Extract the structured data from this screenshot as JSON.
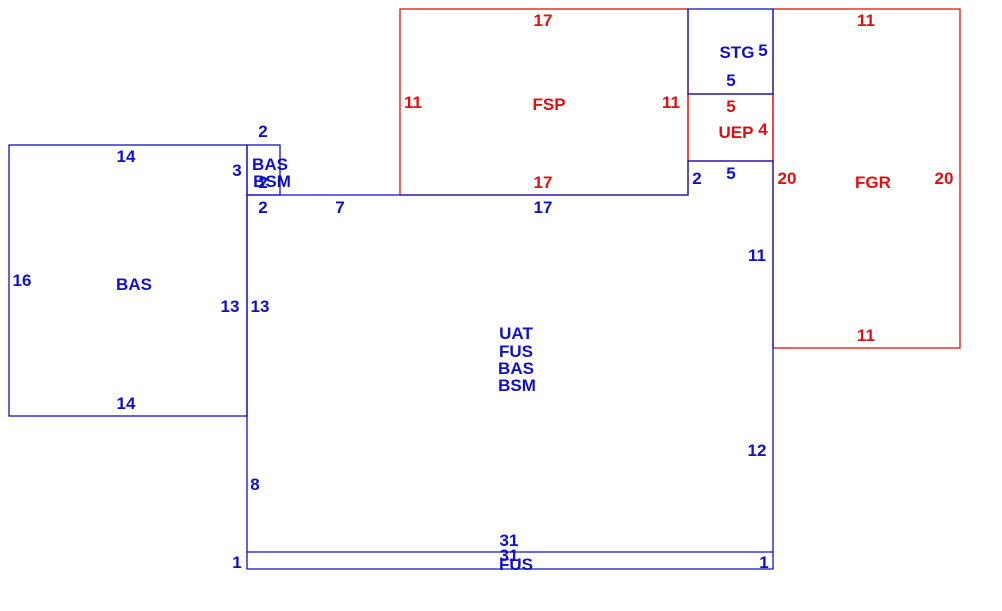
{
  "colors": {
    "blue": "#1010c8",
    "red": "#e01010"
  },
  "areas": {
    "bas_left": {
      "label": "BAS",
      "top": "14",
      "bottom": "14",
      "left": "16",
      "right": "13"
    },
    "bas_bsm_small": {
      "label_1": "BAS",
      "label_2": "BSM",
      "top": "2",
      "left": "3",
      "inner": "2"
    },
    "main": {
      "labels": [
        "UAT",
        "FUS",
        "BAS",
        "BSM"
      ],
      "top_a": "2",
      "top_b": "7",
      "top_c": "17",
      "top_d": "2",
      "top_e": "5",
      "left_upper": "13",
      "left_lower": "8",
      "right_upper": "11",
      "right_lower": "12",
      "bottom": "31"
    },
    "fus_strip": {
      "label": "FUS",
      "top": "31",
      "left": "1",
      "right": "1"
    },
    "fsp": {
      "label": "FSP",
      "top": "17",
      "bottom": "17",
      "left": "11",
      "right": "11"
    },
    "stg": {
      "label": "STG",
      "right": "5",
      "bottom": "5"
    },
    "uep": {
      "label": "UEP",
      "top": "5",
      "right": "4"
    },
    "fgr": {
      "label": "FGR",
      "top": "11",
      "bottom": "11",
      "left": "20",
      "right": "20"
    }
  }
}
